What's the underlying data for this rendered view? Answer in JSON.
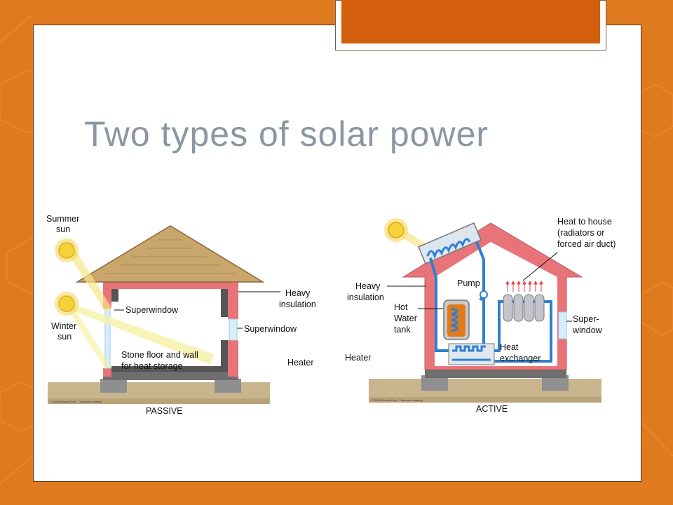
{
  "slide": {
    "title": "Two types of solar power"
  },
  "diagram": {
    "passive": {
      "caption": "PASSIVE",
      "summer_sun": [
        "Summer",
        "sun"
      ],
      "winter_sun": [
        "Winter",
        "sun"
      ],
      "superwindow_left": "Superwindow",
      "superwindow_right": "Superwindow",
      "heavy_insulation": [
        "Heavy",
        "insulation"
      ],
      "stone_floor": [
        "Stone floor and wall",
        "for heat storage"
      ],
      "heater": "Heater",
      "copyright": "© 2002 Brooks/Cole - Thomson Learning"
    },
    "active": {
      "caption": "ACTIVE",
      "heat_to_house": [
        "Heat to house",
        "(radiators or",
        "forced air duct)"
      ],
      "pump": "Pump",
      "heavy_insulation": [
        "Heavy",
        "insulation"
      ],
      "hot_water_tank": [
        "Hot",
        "Water",
        "tank"
      ],
      "heat_exchanger": [
        "Heat",
        "exchanger"
      ],
      "super_window": [
        "Super-",
        "window"
      ],
      "heater": "Heater",
      "copyright": "© 2002 Brooks/Cole - Thomson Learning"
    }
  },
  "colors": {
    "background": "#e07a1f",
    "accent_tab": "#d35f0c",
    "title_text": "#8c96a3",
    "wall_insulation": "#e8747a",
    "roof": "#c9a66b",
    "ground": "#c8b58e",
    "water_pipe": "#2f7fd0",
    "sun": "#f4d23a"
  }
}
